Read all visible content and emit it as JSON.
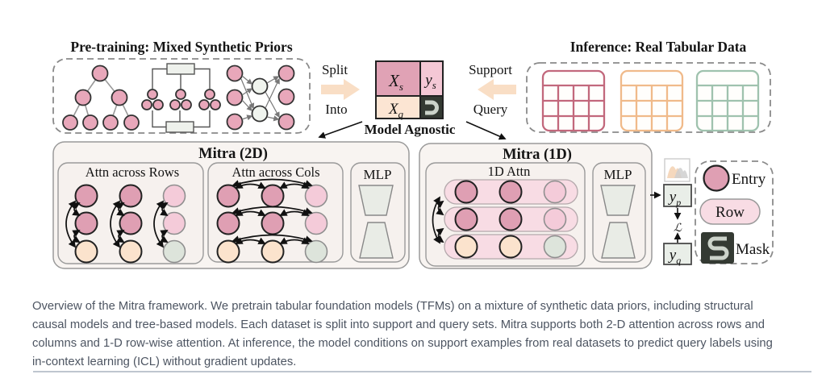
{
  "figure": {
    "pretrain_title": "Pre-training: Mixed Synthetic Priors",
    "inference_title": "Inference: Real Tabular Data",
    "split_label": "Split",
    "into_label": "Into",
    "support_label": "Support",
    "query_label": "Query",
    "model_agnostic_label": "Model Agnostic",
    "matrix": {
      "xs_base": "X",
      "xs_sub": "s",
      "ys_base": "y",
      "ys_sub": "s",
      "xq_base": "X",
      "xq_sub": "q"
    },
    "mitra2d": {
      "title": "Mitra (2D)",
      "attn_rows": "Attn across Rows",
      "attn_cols": "Attn across Cols",
      "mlp": "MLP"
    },
    "mitra1d": {
      "title": "Mitra (1D)",
      "attn": "1D Attn",
      "mlp": "MLP"
    },
    "outputs": {
      "yp_base": "y",
      "yp_sub": "p",
      "loss_label": "ℒ",
      "yq_base": "y",
      "yq_sub": "q"
    },
    "legend": {
      "entry": "Entry",
      "row": "Row",
      "mask": "Mask"
    }
  },
  "caption": {
    "lines": [
      "Overview of the Mitra framework. We pretrain tabular foundation models (TFMs) on a mixture of synthetic data priors, including structural",
      "causal models and tree-based models. Each dataset is split into support and query sets. Mitra supports both 2-D attention across rows and",
      "columns and 1-D row-wise attention. At inference, the model conditions on support examples from real datasets to predict query labels using",
      "in-context learning (ICL) without gradient updates."
    ]
  },
  "colors": {
    "entry_dark_pink": "#df9fb3",
    "entry_light_pink": "#f4cbd9",
    "entry_peach": "#fbe3cd",
    "entry_green_gray": "#dde4db",
    "row_pill_pink": "#f8dce4",
    "matrix_xs": "#e0a2b5",
    "matrix_ys": "#f4c8d5",
    "matrix_xq": "#fce5d3",
    "mask_dark": "#343a33",
    "mask_glyph": "#ccd3ca",
    "table_rose": "#c2687c",
    "table_orange": "#f0ba8a",
    "table_green": "#9fc2ae",
    "panel_bg": "#f8f4f1",
    "arrow_peach": "#f9dec5",
    "caption_text": "#4d5562"
  }
}
